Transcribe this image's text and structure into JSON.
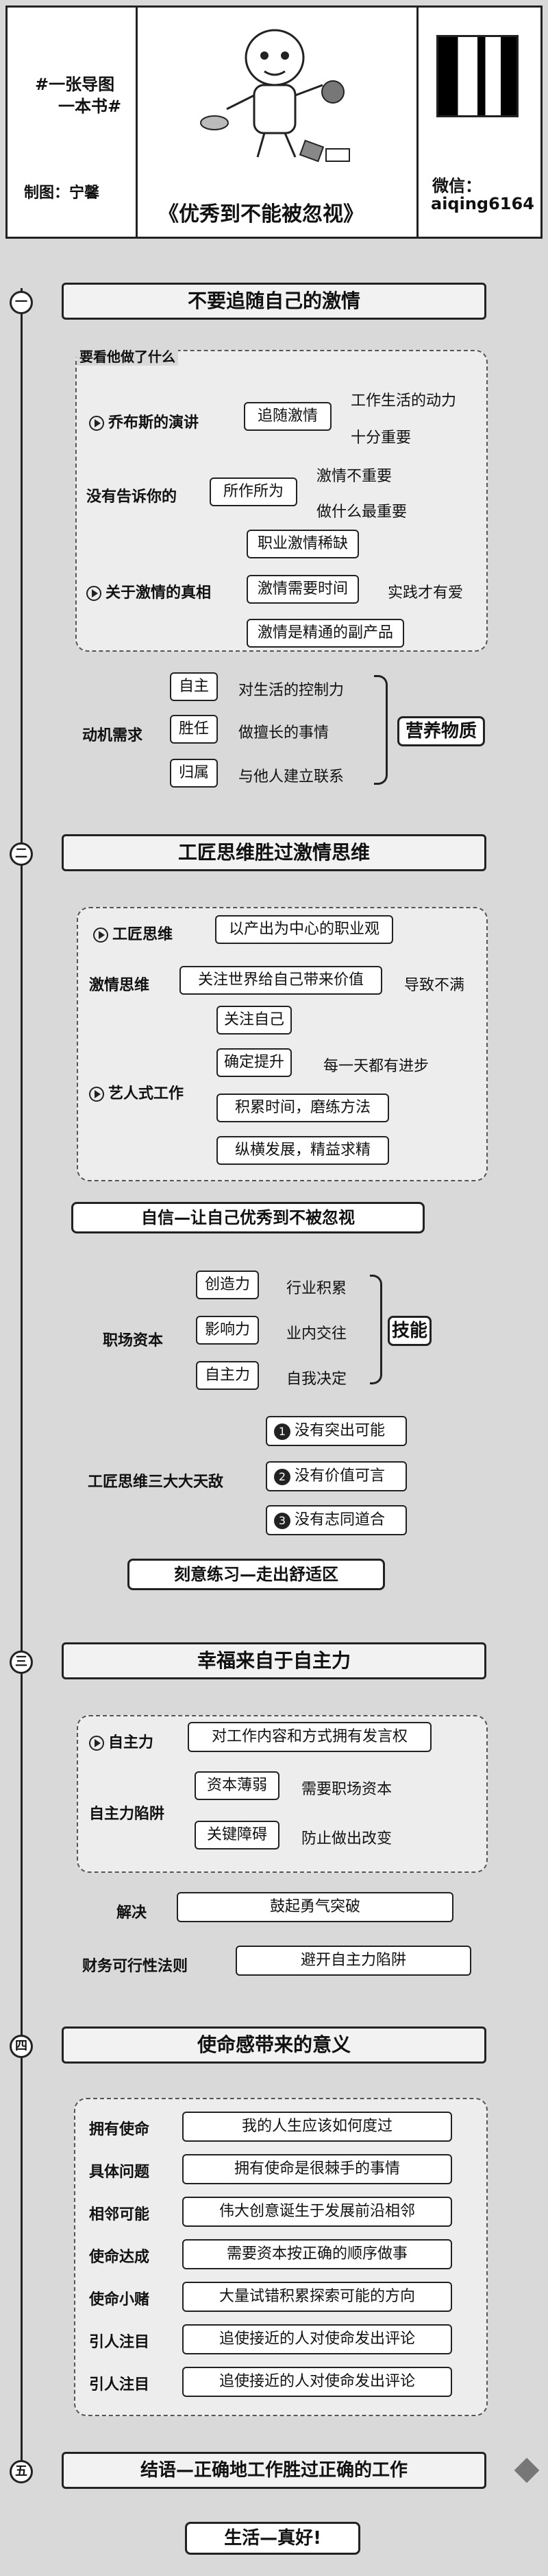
{
  "header": {
    "tag_line1": "#一张导图",
    "tag_line2": "一本书#",
    "author_label": "制图：宁馨",
    "book_title": "《优秀到不能被忽视》",
    "wechat_label": "微信：",
    "wechat_id": "aiqing6164"
  },
  "sections": {
    "s1": {
      "badge": "一",
      "title": "不要追随自己的激情",
      "panel_label": "要看他做了什么",
      "jobs_label": "乔布斯的演讲",
      "jobs_box": "追随激情",
      "jobs_note1": "工作生活的动力",
      "jobs_note2": "十分重要",
      "untold_label": "没有告诉你的",
      "untold_box": "所作所为",
      "untold_note1": "激情不重要",
      "untold_note2": "做什么最重要",
      "truth_label": "关于激情的真相",
      "truth_boxes": [
        "职业激情稀缺",
        "激情需要时间",
        "激情是精通的副产品"
      ],
      "truth_note": "实践才有爱",
      "motive_label": "动机需求",
      "motive_items": [
        {
          "key": "自主",
          "desc": "对生活的控制力"
        },
        {
          "key": "胜任",
          "desc": "做擅长的事情"
        },
        {
          "key": "归属",
          "desc": "与他人建立联系"
        }
      ],
      "motive_result": "营养物质"
    },
    "s2": {
      "badge": "二",
      "title": "工匠思维胜过激情思维",
      "craft_label": "工匠思维",
      "craft_box": "以产出为中心的职业观",
      "passion_label": "激情思维",
      "passion_box": "关注世界给自己带来价值",
      "passion_note": "导致不满",
      "art_label": "艺人式工作",
      "art_boxes": [
        "关注自己",
        "确定提升",
        "积累时间，磨练方法",
        "纵横发展，精益求精"
      ],
      "art_note": "每一天都有进步",
      "banner1": "自信—让自己优秀到不被忽视",
      "capital_label": "职场资本",
      "capital_items": [
        {
          "key": "创造力",
          "desc": "行业积累"
        },
        {
          "key": "影响力",
          "desc": "业内交往"
        },
        {
          "key": "自主力",
          "desc": "自我决定"
        }
      ],
      "capital_result": "技能",
      "enemies_label": "工匠思维三大大天敌",
      "enemies": [
        "没有突出可能",
        "没有价值可言",
        "没有志同道合"
      ],
      "enemy_nums": [
        "1",
        "2",
        "3"
      ],
      "banner2": "刻意练习—走出舒适区"
    },
    "s3": {
      "badge": "三",
      "title": "幸福来自于自主力",
      "auto_label": "自主力",
      "auto_box": "对工作内容和方式拥有发言权",
      "trap_label": "自主力陷阱",
      "trap_items": [
        {
          "key": "资本薄弱",
          "desc": "需要职场资本"
        },
        {
          "key": "关键障碍",
          "desc": "防止做出改变"
        }
      ],
      "solve_label": "解决",
      "solve_box": "鼓起勇气突破",
      "finance_label": "财务可行性法则",
      "finance_box": "避开自主力陷阱"
    },
    "s4": {
      "badge": "四",
      "title": "使命感带来的意义",
      "rows": [
        {
          "key": "拥有使命",
          "desc": "我的人生应该如何度过"
        },
        {
          "key": "具体问题",
          "desc": "拥有使命是很棘手的事情"
        },
        {
          "key": "相邻可能",
          "desc": "伟大创意诞生于发展前沿相邻"
        },
        {
          "key": "使命达成",
          "desc": "需要资本按正确的顺序做事"
        },
        {
          "key": "使命小赌",
          "desc": "大量试错积累探索可能的方向"
        },
        {
          "key": "引人注目",
          "desc": "追使接近的人对使命发出评论"
        },
        {
          "key": "引人注目",
          "desc": "追使接近的人对使命发出评论"
        }
      ]
    },
    "s5": {
      "badge": "五",
      "title": "结语—正确地工作胜过正确的工作",
      "final": "生活—真好!"
    }
  }
}
